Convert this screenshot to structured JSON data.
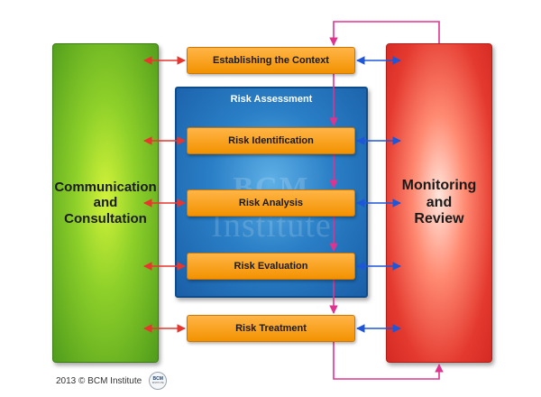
{
  "communication": {
    "line1": "Communication",
    "line2": "and",
    "line3": "Consultation"
  },
  "monitoring": {
    "line1": "Monitoring",
    "line2": "and",
    "line3": "Review"
  },
  "risk_assessment": {
    "title": "Risk Assessment",
    "watermark_top": "BCM",
    "watermark_bottom": "Institute"
  },
  "steps": {
    "context": "Establishing the Context",
    "identification": "Risk Identification",
    "analysis": "Risk Analysis",
    "evaluation": "Risk Evaluation",
    "treatment": "Risk Treatment"
  },
  "footer": {
    "copyright": "2013 © BCM Institute",
    "logo_text": "BCM",
    "logo_sub": "INSTITUTE"
  },
  "colors": {
    "flow_arrow": "#e0338f",
    "left_link": "#e8362e",
    "right_link": "#1f56d8"
  }
}
